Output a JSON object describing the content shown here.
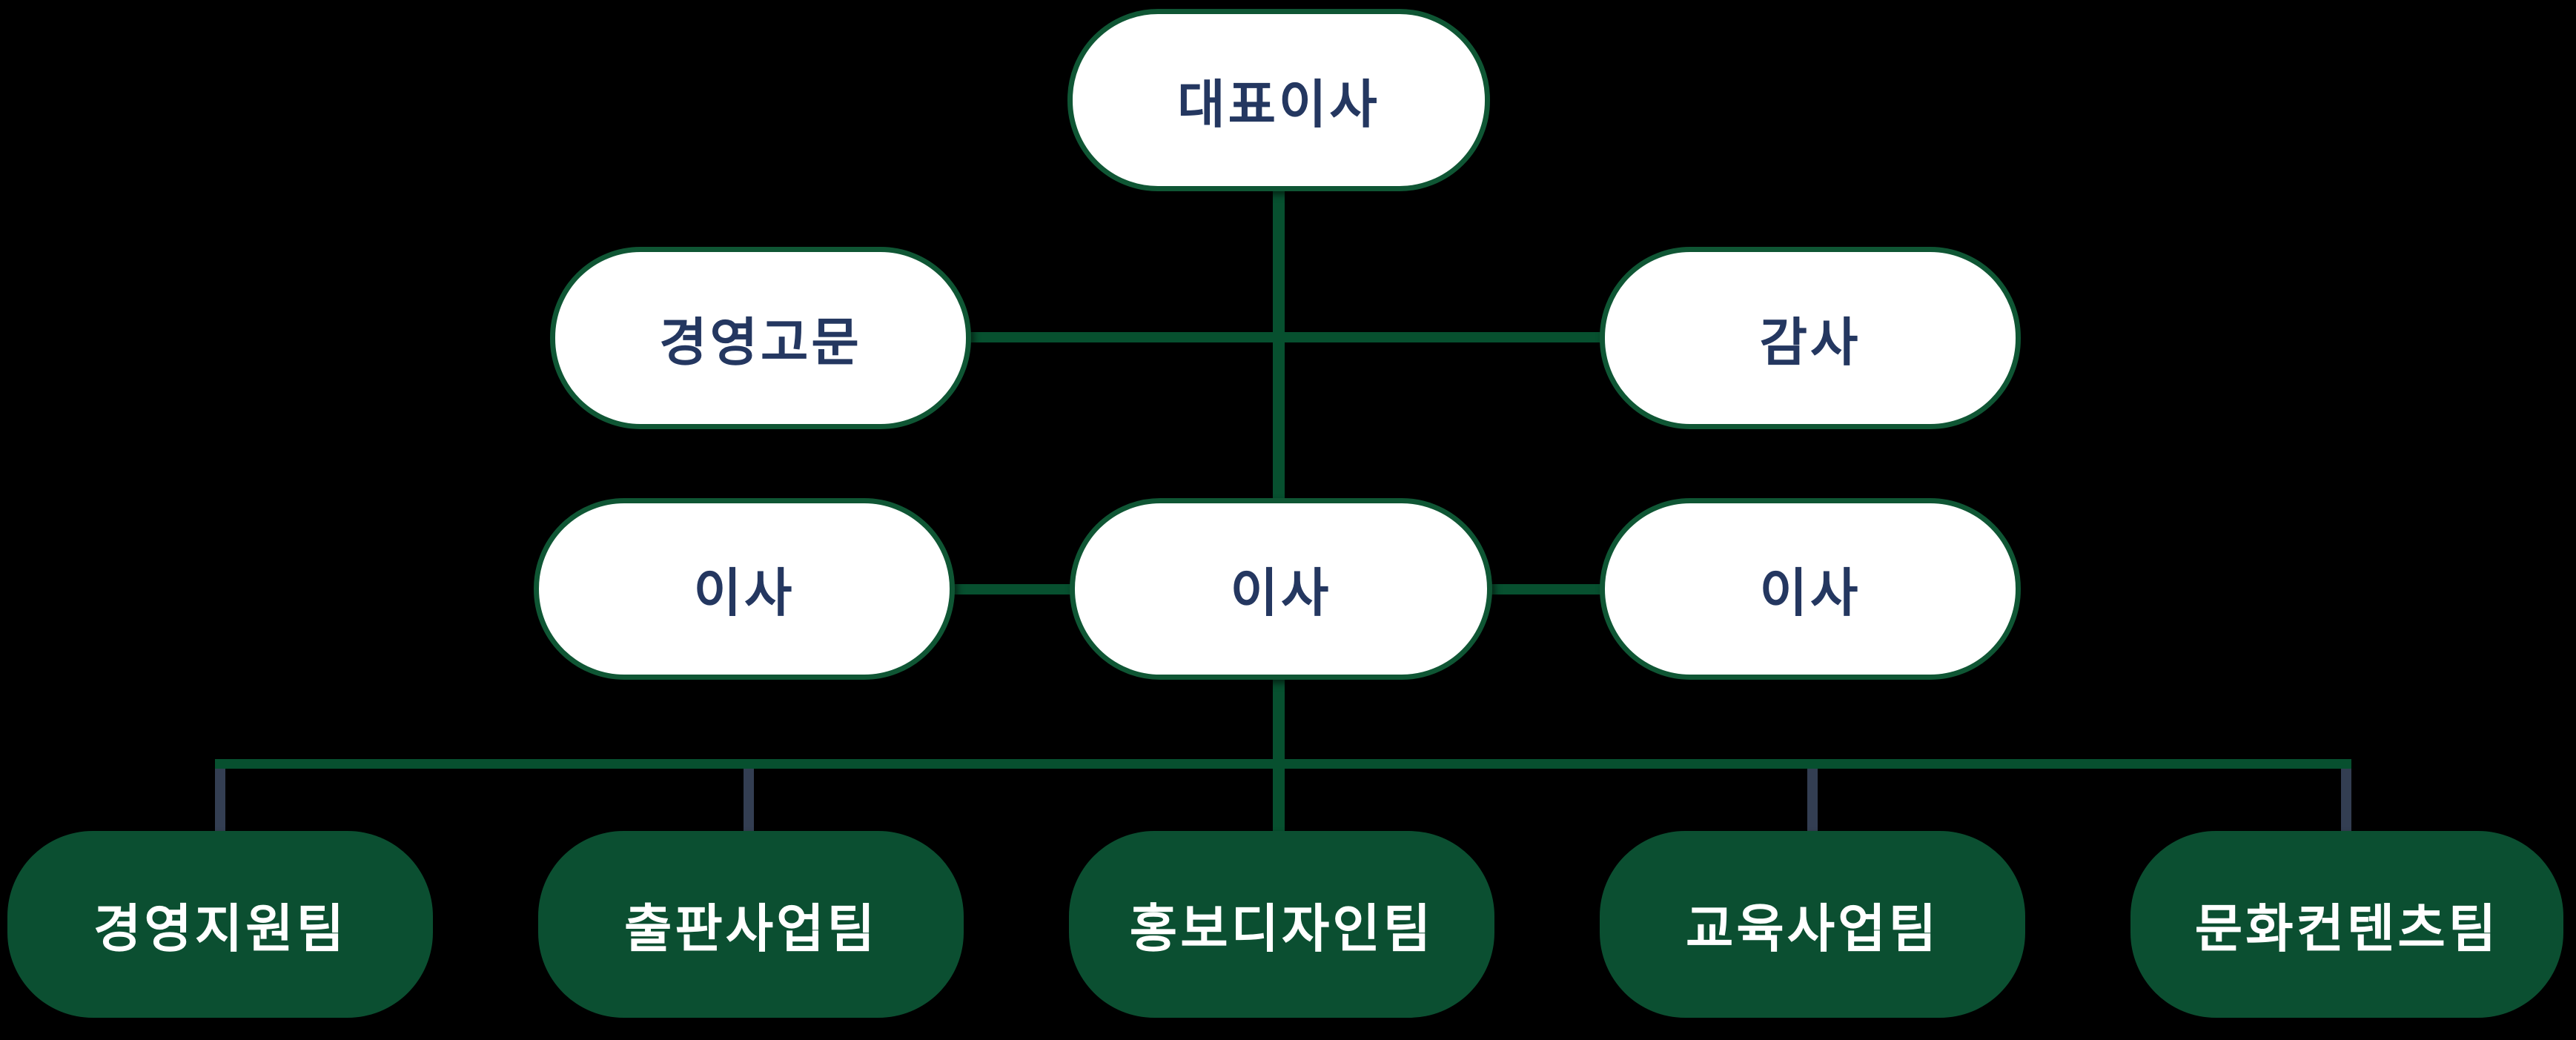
{
  "diagram": {
    "type": "org-chart",
    "levels": [
      {
        "name": "executive",
        "nodes": [
          {
            "id": "ceo",
            "label": "대표이사",
            "style": "light"
          }
        ]
      },
      {
        "name": "advisory",
        "nodes": [
          {
            "id": "advisor",
            "label": "경영고문",
            "style": "light"
          },
          {
            "id": "auditor",
            "label": "감사",
            "style": "light"
          }
        ]
      },
      {
        "name": "directors",
        "nodes": [
          {
            "id": "director-left",
            "label": "이사",
            "style": "light"
          },
          {
            "id": "director-center",
            "label": "이사",
            "style": "light"
          },
          {
            "id": "director-right",
            "label": "이사",
            "style": "light"
          }
        ]
      },
      {
        "name": "teams",
        "nodes": [
          {
            "id": "team-1",
            "label": "경영지원팀",
            "style": "dark"
          },
          {
            "id": "team-2",
            "label": "출판사업팀",
            "style": "dark"
          },
          {
            "id": "team-3",
            "label": "홍보디자인팀",
            "style": "dark"
          },
          {
            "id": "team-4",
            "label": "교육사업팀",
            "style": "dark"
          },
          {
            "id": "team-5",
            "label": "문화컨텐츠팀",
            "style": "dark"
          }
        ]
      }
    ],
    "colors": {
      "background": "#000000",
      "node_fill_light": "#ffffff",
      "node_fill_dark": "#0b4f31",
      "node_border_green": "#0f5634",
      "connector_green": "#07502f",
      "connector_navy": "#333e52",
      "text_navy": "#243760",
      "text_white": "#ffffff"
    }
  }
}
